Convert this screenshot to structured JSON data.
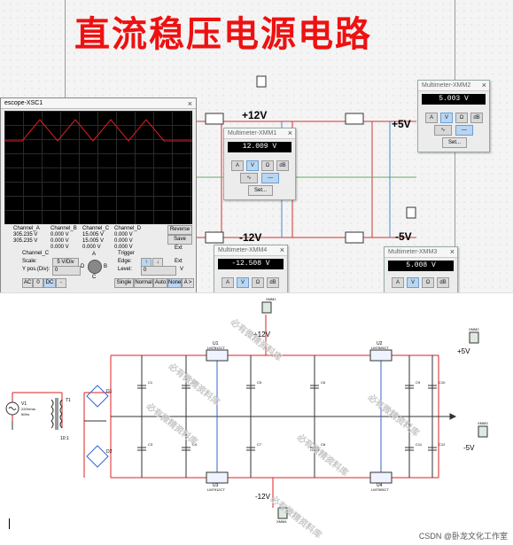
{
  "title": "直流稳压电源电路",
  "voltage_labels": {
    "pos12": "+12V",
    "pos5": "+5V",
    "neg12": "-12V",
    "neg5": "-5V"
  },
  "oscilloscope": {
    "window_title": "escope-XSC1",
    "close": "×",
    "channels": [
      "Channel_A",
      "Channel_B",
      "Channel_C",
      "Channel_D"
    ],
    "row1": [
      "305.235 V",
      "0.000 V",
      "15.005 V",
      "0.000 V"
    ],
    "row2": [
      "305.235 V",
      "0.000 V",
      "15.005 V",
      "0.000 V"
    ],
    "row3": [
      "",
      "0.000 V",
      "0.000 V",
      "0.000 V"
    ],
    "reverse": "Reverse",
    "save": "Save",
    "ext": "Ext",
    "channel_c_label": "Channel_C",
    "scale_label": "Scale:",
    "scale_value": "5 V/Div",
    "ypos_label": "Y pos.(Div):",
    "ypos_value": "0",
    "trigger_label": "Trigger",
    "edge_label": "Edge:",
    "level_label": "Level:",
    "level_value": "0",
    "level_unit": "V",
    "ext_trigger": "Ext",
    "coupling": [
      "AC",
      "0",
      "DC",
      "-"
    ],
    "modes": [
      "Single",
      "Normal",
      "Auto",
      "None",
      "A >"
    ],
    "knob_labels": [
      "A",
      "B",
      "C",
      "D"
    ]
  },
  "multimeters": [
    {
      "title": "Multimeter-XMM1",
      "reading": "12.009 V"
    },
    {
      "title": "Multimeter-XMM2",
      "reading": "5.003 V"
    },
    {
      "title": "Multimeter-XMM4",
      "reading": "-12.508 V"
    },
    {
      "title": "Multimeter-XMM3",
      "reading": "5.008 V"
    }
  ],
  "meter_buttons": {
    "amp": "A",
    "volt": "V",
    "ohm": "Ω",
    "db": "dB",
    "set": "Set...",
    "close": "×"
  },
  "schematic": {
    "net_labels": {
      "pos12": "+12V",
      "pos5": "+5V",
      "neg12": "-12V",
      "neg5": "-5V"
    },
    "watermark": "必有微精资料库",
    "parts": {
      "u1": "U1",
      "u1_type": "LM7812CT",
      "u2": "U2",
      "u2_type": "LM7805CT",
      "u3": "U3",
      "u3_type": "LM7912CT",
      "u4": "U4",
      "u4_type": "LM7905CT",
      "d1": "D1",
      "d2": "D2",
      "t1": "T1",
      "t1_ratio": "10:1",
      "v1": "V1",
      "v1_rating": "220Vrms",
      "v1_freq": "50Hz",
      "c1": "C1",
      "c2": "C2",
      "c3": "C3",
      "c4": "C4",
      "c5": "C5",
      "c6": "C6",
      "c7": "C7",
      "c8": "C8",
      "c9": "C9",
      "c10": "C10",
      "c11": "C11",
      "c12": "C12",
      "xmm1": "XMM1",
      "xmm2": "XMM2",
      "xmm3": "XMM3",
      "xmm4": "XMM4"
    }
  },
  "credit": "CSDN @卧龙文化工作室"
}
